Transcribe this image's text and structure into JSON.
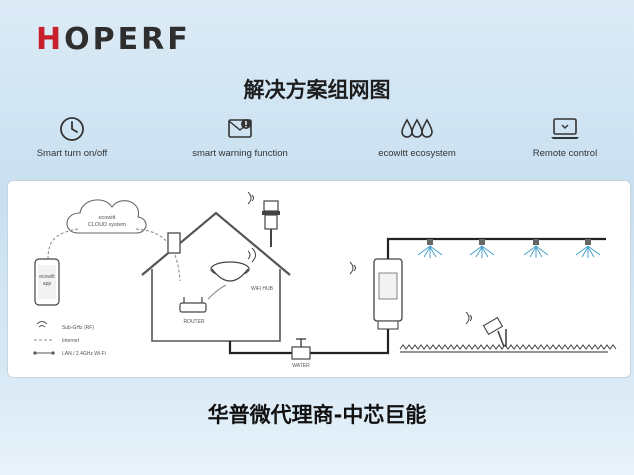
{
  "header": {
    "brand_first": "H",
    "brand_rest": "OPERF"
  },
  "title": "解决方案组网图",
  "features": [
    {
      "icon": "clock-icon",
      "label": "Smart turn on/off"
    },
    {
      "icon": "warning-icon",
      "label": "smart warning function"
    },
    {
      "icon": "water-drops-icon",
      "label": "ecowitt ecosystem"
    },
    {
      "icon": "laptop-icon",
      "label": "Remote control"
    }
  ],
  "diagram": {
    "cloud_line1": "ecowitt",
    "cloud_line2": "CLOUD system",
    "app_line1": "ecowitt",
    "app_line2": "app",
    "router_label": "ROUTER",
    "hub_label": "WiFi HUB",
    "water_label": "WATER",
    "legend": [
      {
        "type": "subghz",
        "label": "Sub-GHz (RF)"
      },
      {
        "type": "internet",
        "label": "Internet"
      },
      {
        "type": "lan",
        "label": "LAN / 2.4GHz Wi-Fi"
      }
    ]
  },
  "footer": "华普微代理商-中芯巨能"
}
